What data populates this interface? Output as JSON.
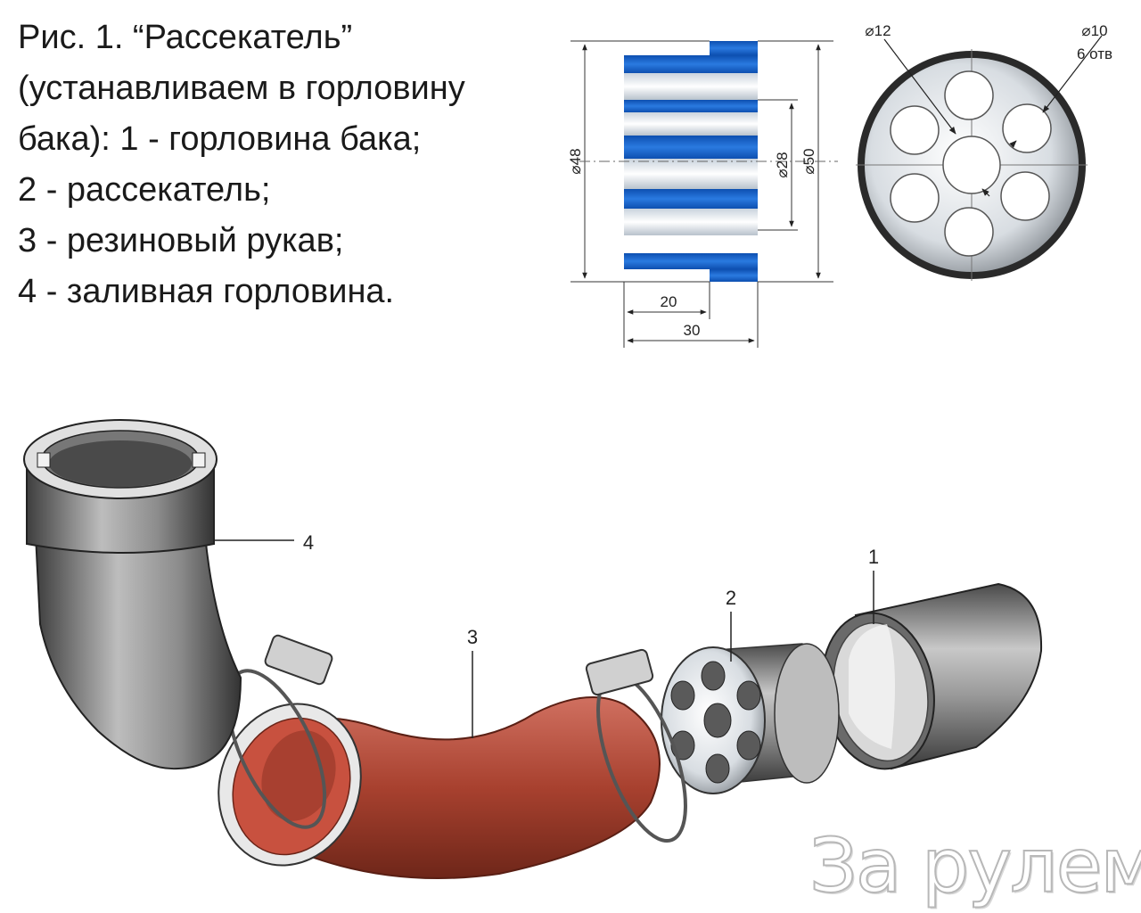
{
  "caption": {
    "lines": [
      "Рис. 1. “Рассекатель”",
      "(устанавливаем в горловину",
      "бака): 1 - горловина бака;",
      "2 - рассекатель;",
      "3 - резиновый рукав;",
      "4 - заливная горловина."
    ]
  },
  "dimensions": {
    "d48": "⌀48",
    "d28": "⌀28",
    "d50": "⌀50",
    "len20": "20",
    "len30": "30",
    "d12": "⌀12",
    "d10": "⌀10",
    "holes": "6 отв"
  },
  "callouts": {
    "c1": "1",
    "c2": "2",
    "c3": "3",
    "c4": "4"
  },
  "watermark": "За рулем",
  "colors": {
    "stripe_blue": "#1565c8",
    "hose_red": "#b0483a",
    "metal_gray": "#8a8a8a"
  }
}
